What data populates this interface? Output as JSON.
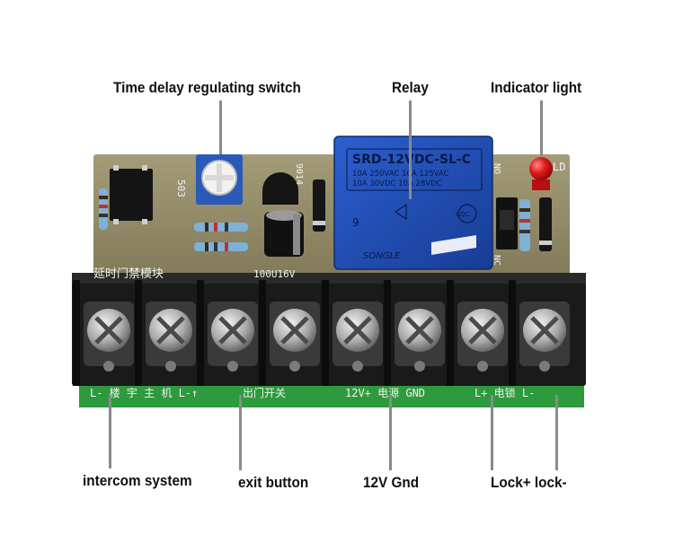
{
  "callouts": {
    "time_delay": "Time delay regulating switch",
    "relay": "Relay",
    "indicator": "Indicator light",
    "intercom": "intercom system",
    "exit": "exit button",
    "power": "12V Gnd",
    "lock": "Lock+ lock-"
  },
  "board": {
    "title": "延时门禁模块",
    "capacitor": "100U16V",
    "pot_code": "503",
    "transistor": "9014",
    "led_label": "LD",
    "no_label": "NO",
    "nc_label": "NC",
    "terminals": {
      "intercom": "L- 楼 宇 主 机 L-↑",
      "exit": "出门开关",
      "power": "12V+ 电源  GND",
      "lock": "L+  电锁  L-"
    }
  },
  "relay": {
    "model": "SRD-12VDC-SL-C",
    "rating1": "10A 250VAC  10A 125VAC",
    "rating2": "10A 30VDC  10A 28VDC",
    "brand": "SONGLE",
    "cert": "CQC",
    "pin_number": "9"
  },
  "colors": {
    "pcb": "#8c8462",
    "terminal_block": "#1a1a1a",
    "relay_body": "#1f4fb3",
    "led": "#e01818",
    "strip": "#2e9a3e"
  }
}
